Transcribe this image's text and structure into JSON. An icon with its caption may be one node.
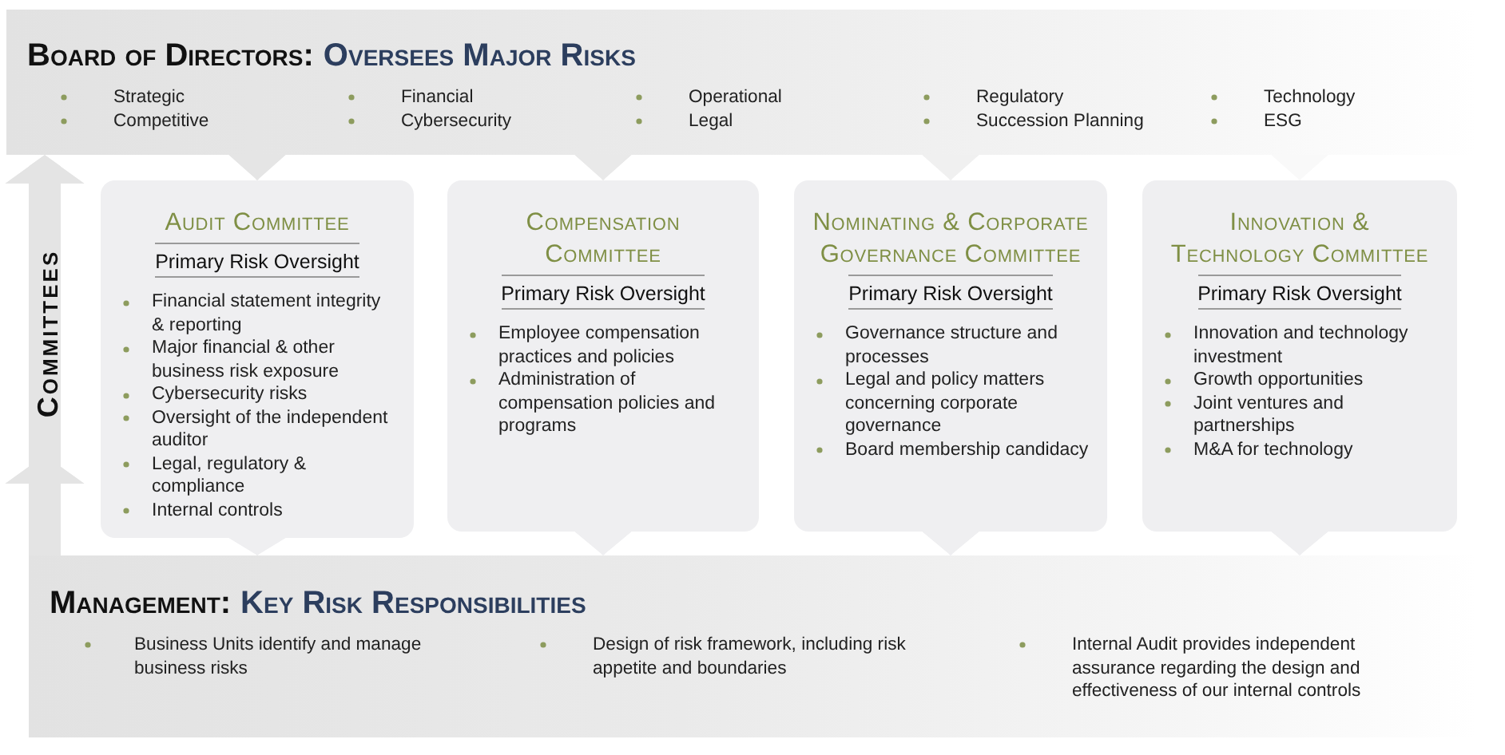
{
  "diagram": {
    "nodes": [
      {
        "text": [
          "Board of Directors:",
          "Oversees Major Risks",
          "Strategic",
          "Competitive",
          "Financial",
          "Cybersecurity",
          "Operational",
          "Legal",
          "Regulatory",
          "Succession Planning",
          "Technology",
          "ESG"
        ]
      },
      {
        "text": [
          "Audit Committee",
          "Primary Risk Oversight",
          "Financial statement integrity & reporting",
          "Major financial & other business risk exposure",
          "Cybersecurity risks",
          "Oversight of the independent auditor",
          "Legal, regulatory & compliance",
          "Internal controls"
        ]
      },
      {
        "text": [
          "Compensation Committee",
          "Primary Risk Oversight",
          "Employee compensation practices and policies",
          "Administration of compensation policies and programs"
        ]
      },
      {
        "text": [
          "Nominating & Corporate Governance Committee",
          "Primary Risk Oversight",
          "Governance structure and processes",
          "Legal and policy matters concerning corporate governance",
          "Board membership candidacy"
        ]
      },
      {
        "text": [
          "Innovation & Technology Committee",
          "Primary Risk Oversight",
          "Innovation and technology investment",
          "Growth opportunities",
          "Joint ventures and partnerships",
          "M&A for technology"
        ]
      },
      {
        "text": [
          "Management:",
          "Key Risk Responsibilities",
          "Business Units identify and manage business risks",
          "Design of risk framework, including risk appetite and boundaries",
          "Internal Audit provides independent assurance regarding the design and effectiveness of our internal controls"
        ]
      }
    ],
    "edges": [
      {
        "from": 0,
        "to": 1,
        "arrow": "to"
      },
      {
        "from": 0,
        "to": 2,
        "arrow": "to"
      },
      {
        "from": 0,
        "to": 3,
        "arrow": "to"
      },
      {
        "from": 0,
        "to": 4,
        "arrow": "to"
      },
      {
        "from": 1,
        "to": 5,
        "arrow": "to"
      },
      {
        "from": 2,
        "to": 5,
        "arrow": "to"
      },
      {
        "from": 3,
        "to": 5,
        "arrow": "to"
      },
      {
        "from": 4,
        "to": 5,
        "arrow": "to"
      },
      {
        "from": 5,
        "to": 0,
        "arrow": "to",
        "label": "Committees",
        "style": "thick"
      }
    ]
  }
}
